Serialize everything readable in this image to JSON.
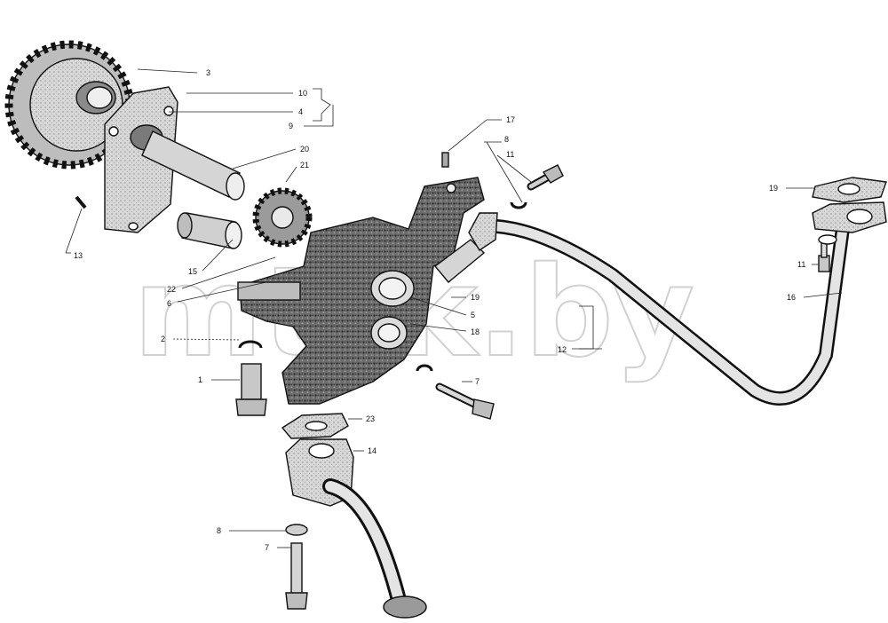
{
  "watermark": "mtzk.by",
  "callouts": [
    {
      "id": "c3",
      "text": "3"
    },
    {
      "id": "c10",
      "text": "10"
    },
    {
      "id": "c4",
      "text": "4"
    },
    {
      "id": "c9",
      "text": "9"
    },
    {
      "id": "c17",
      "text": "17"
    },
    {
      "id": "c8a",
      "text": "8"
    },
    {
      "id": "c11a",
      "text": "11"
    },
    {
      "id": "c20",
      "text": "20"
    },
    {
      "id": "c21",
      "text": "21"
    },
    {
      "id": "c13",
      "text": "13"
    },
    {
      "id": "c15",
      "text": "15"
    },
    {
      "id": "c22",
      "text": "22"
    },
    {
      "id": "c6",
      "text": "6"
    },
    {
      "id": "c19a",
      "text": "19"
    },
    {
      "id": "c5",
      "text": "5"
    },
    {
      "id": "c18",
      "text": "18"
    },
    {
      "id": "c2",
      "text": "2"
    },
    {
      "id": "c12",
      "text": "12"
    },
    {
      "id": "c1",
      "text": "1"
    },
    {
      "id": "c7a",
      "text": "7"
    },
    {
      "id": "c23",
      "text": "23"
    },
    {
      "id": "c14",
      "text": "14"
    },
    {
      "id": "c8b",
      "text": "8"
    },
    {
      "id": "c7b",
      "text": "7"
    },
    {
      "id": "c19b",
      "text": "19"
    },
    {
      "id": "c11b",
      "text": "11"
    },
    {
      "id": "c16",
      "text": "16"
    }
  ]
}
